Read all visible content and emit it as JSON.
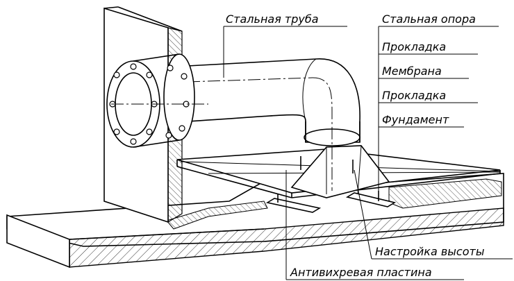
{
  "labels": {
    "steel_pipe": "Стальная труба",
    "steel_support": "Стальная опора",
    "gasket_top": "Прокладка",
    "membrane": "Мембрана",
    "gasket_bottom": "Прокладка",
    "foundation": "Фундамент",
    "height_adjust": "Настройка высоты",
    "antivortex_plate": "Антивихревая пластина"
  }
}
